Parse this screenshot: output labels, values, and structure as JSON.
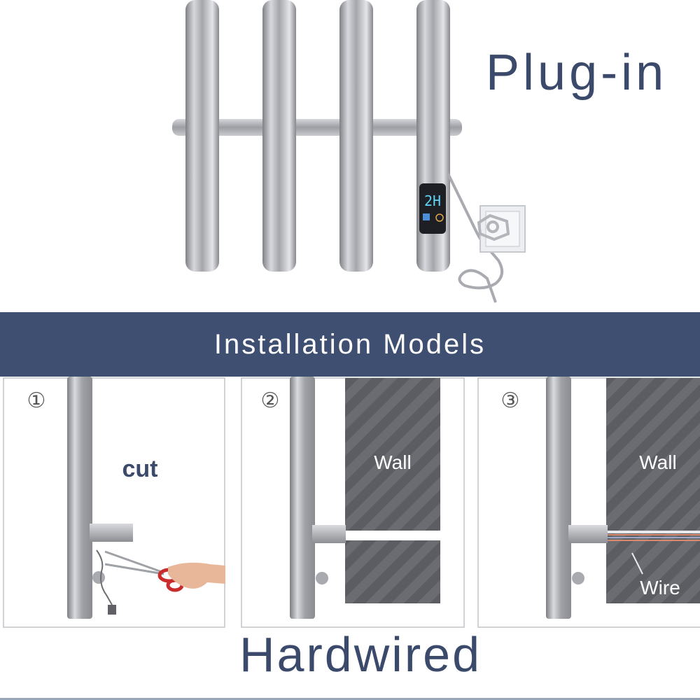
{
  "plugin_title": "Plug-in",
  "display_text": "2H",
  "banner_title": "Installation Models",
  "panels": [
    {
      "number": "①",
      "label": "cut"
    },
    {
      "number": "②",
      "wall_label": "Wall"
    },
    {
      "number": "③",
      "wall_label": "Wall",
      "wire_label": "Wire"
    }
  ],
  "hardwired_title": "Hardwired",
  "colors": {
    "navy": "#3f4f72",
    "title_text": "#3b4a6b",
    "wall": "#5b5d62",
    "steel": "#b9bbbf"
  }
}
